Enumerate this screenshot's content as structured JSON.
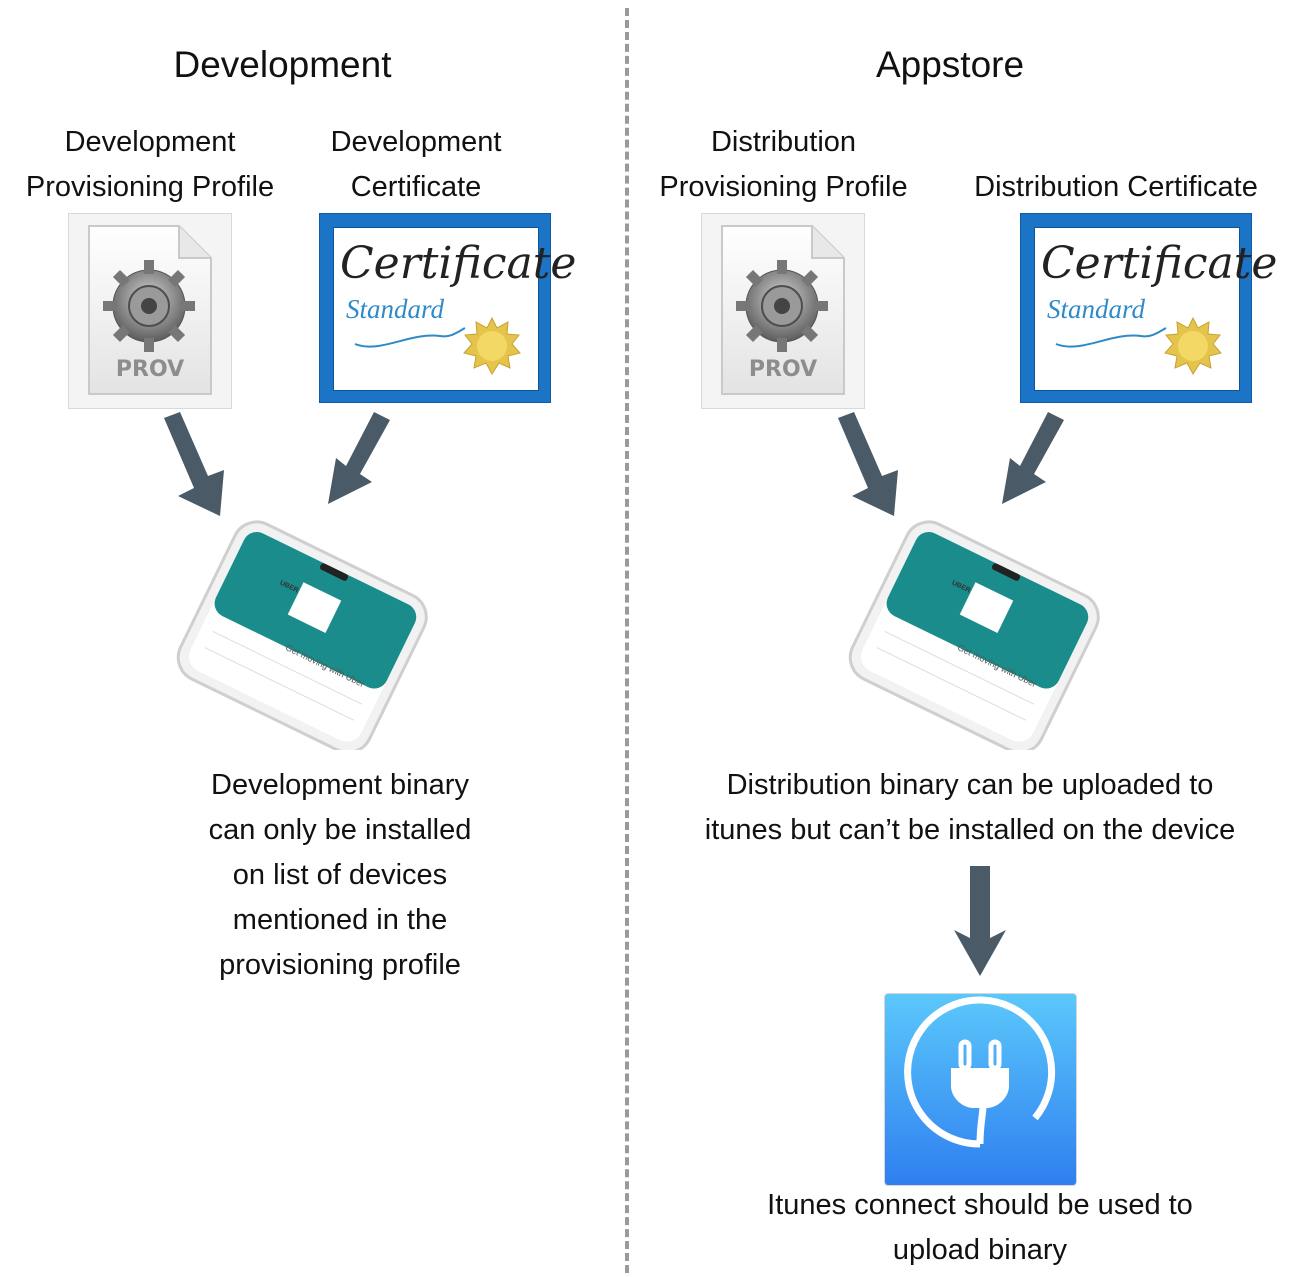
{
  "development": {
    "title": "Development",
    "profile_label": "Development\nProvisioning Profile",
    "certificate_label": "Development\nCertificate",
    "prov_badge": "PROV",
    "cert_text": "Certificate",
    "cert_sub": "Standard",
    "app_logo": "UBER",
    "app_tagline": "Get moving with Uber",
    "caption": "Development binary\ncan only be installed\non list of devices\nmentioned in the\nprovisioning profile"
  },
  "appstore": {
    "title": "Appstore",
    "profile_label": "Distribution\nProvisioning Profile",
    "certificate_label": "Distribution Certificate",
    "prov_badge": "PROV",
    "cert_text": "Certificate",
    "cert_sub": "Standard",
    "app_logo": "UBER",
    "app_tagline": "Get moving with Uber",
    "caption": "Distribution binary can be uploaded to\nitunes but can’t be installed on the device",
    "itunes_caption": "Itunes connect should be used to\nupload binary"
  },
  "icons": [
    "provisioning-profile-icon",
    "certificate-icon",
    "iphone-icon",
    "arrow-down-icon",
    "itunes-connect-icon"
  ],
  "colors": {
    "arrow": "#4a5a67",
    "certificate_frame": "#1c74c7",
    "app_screen": "#1a8c8c",
    "itunes_top": "#5bc8fb",
    "itunes_bottom": "#2f7ff0"
  }
}
